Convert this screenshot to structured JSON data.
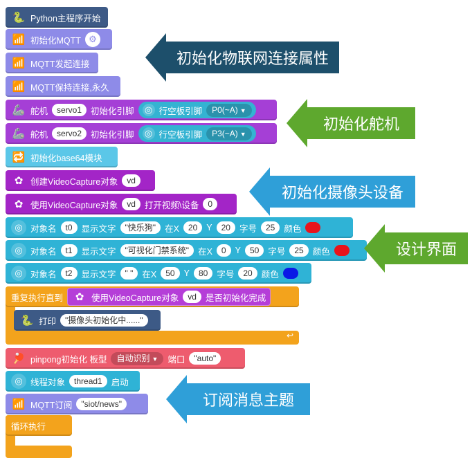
{
  "blocks": {
    "python_start": "Python主程序开始",
    "mqtt_init": "初始化MQTT",
    "mqtt_connect": "MQTT发起连接",
    "mqtt_keep": "MQTT保持连接,永久",
    "servo1": {
      "label": "舵机",
      "name": "servo1",
      "init": "初始化引脚",
      "board": "行空板引脚",
      "pin": "P0(~A)"
    },
    "servo2": {
      "label": "舵机",
      "name": "servo2",
      "init": "初始化引脚",
      "board": "行空板引脚",
      "pin": "P3(~A)"
    },
    "base64_init": "初始化base64模块",
    "cv_create": {
      "label": "创建VideoCapture对象",
      "obj": "vd"
    },
    "cv_open": {
      "label": "使用VideoCapture对象",
      "obj": "vd",
      "action": "打开视频\\设备",
      "index": "0"
    },
    "text_t0": {
      "label": "对象名",
      "obj": "t0",
      "show": "显示文字",
      "text": "\"快乐狗\"",
      "x_label": "在X",
      "x": "20",
      "y_label": "Y",
      "y": "20",
      "size_label": "字号",
      "size": "25",
      "color_label": "颜色",
      "color": "#e8141b"
    },
    "text_t1": {
      "label": "对象名",
      "obj": "t1",
      "show": "显示文字",
      "text": "\"可视化门禁系统\"",
      "x_label": "在X",
      "x": "0",
      "y_label": "Y",
      "y": "50",
      "size_label": "字号",
      "size": "25",
      "color_label": "颜色",
      "color": "#e8141b"
    },
    "text_t2": {
      "label": "对象名",
      "obj": "t2",
      "show": "显示文字",
      "text": "\" \"",
      "x_label": "在X",
      "x": "50",
      "y_label": "Y",
      "y": "80",
      "size_label": "字号",
      "size": "20",
      "color_label": "颜色",
      "color": "#0a18e6"
    },
    "repeat_until": {
      "label": "重复执行直到",
      "cv_label": "使用VideoCapture对象",
      "obj": "vd",
      "cond": "是否初始化完成"
    },
    "print": {
      "label": "打印",
      "text": "\"摄像头初始化中......\""
    },
    "pinpong": {
      "label": "pinpong初始化 板型",
      "board": "自动识别",
      "port_label": "端口",
      "port": "\"auto\""
    },
    "thread": {
      "label": "线程对象",
      "obj": "thread1",
      "action": "启动"
    },
    "mqtt_sub": {
      "label": "MQTT订阅",
      "topic": "\"siot/news\""
    },
    "loop": "循环执行"
  },
  "callouts": {
    "iot": "初始化物联网连接属性",
    "servo": "初始化舵机",
    "camera": "初始化摄像头设备",
    "ui": "设计界面",
    "subscribe": "订阅消息主题"
  },
  "icons": {
    "python": "python-icon",
    "mqtt": "wifi-mqtt-icon",
    "servo": "servo-icon",
    "loop": "loop-arrows-icon",
    "opencv": "opencv-icon",
    "tft": "screen-ring-icon",
    "gear": "gear-icon",
    "pinpong": "pinpong-icon"
  }
}
